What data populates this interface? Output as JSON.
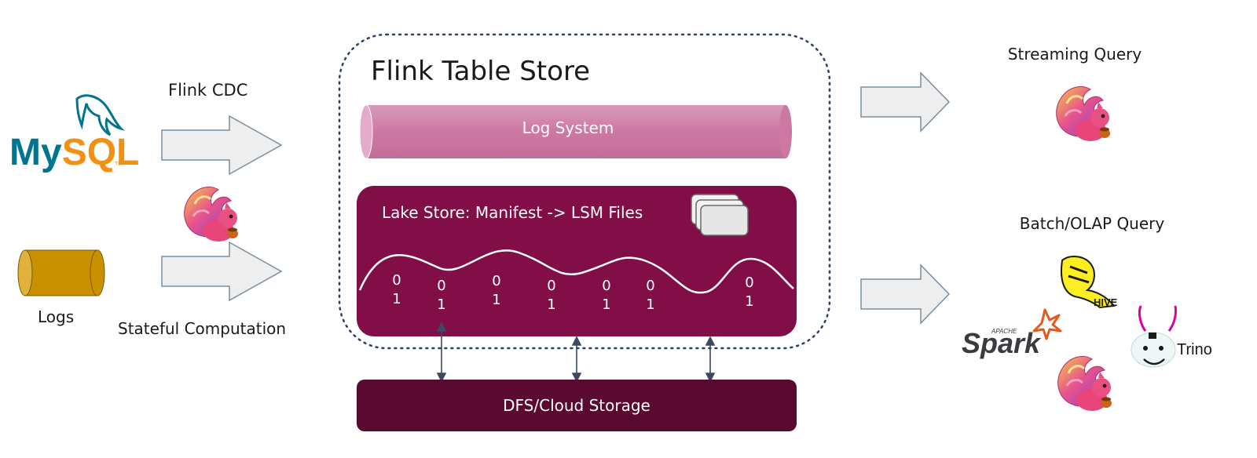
{
  "sources": {
    "mysql_logo_text": "MySQL",
    "mysql_tm": "TM",
    "cdc_label": "Flink CDC",
    "logs_label": "Logs",
    "stateful_label": "Stateful Computation"
  },
  "store": {
    "title": "Flink Table Store",
    "log_system": "Log System",
    "lake_store": "Lake Store: Manifest -> LSM Files",
    "bits": [
      {
        "top": "0",
        "bottom": "1"
      },
      {
        "top": "0",
        "bottom": "1"
      },
      {
        "top": "0",
        "bottom": "1"
      },
      {
        "top": "0",
        "bottom": "1"
      },
      {
        "top": "0",
        "bottom": "1"
      },
      {
        "top": "0",
        "bottom": "1"
      },
      {
        "top": "0",
        "bottom": "1"
      }
    ],
    "dfs": "DFS/Cloud Storage"
  },
  "sinks": {
    "streaming_query": "Streaming Query",
    "batch_query": "Batch/OLAP Query",
    "spark_apache": "APACHE",
    "spark": "Spark",
    "hive": "HIVE",
    "trino": "Trino"
  },
  "colors": {
    "log_system": "#cd77a3",
    "lake_store": "#820e47",
    "dfs": "#5a0a30",
    "arrow_fill": "#eeeeee",
    "arrow_stroke": "#7a8ea0",
    "logs_cylinder": "#c99100",
    "mysql_blue": "#00758f",
    "mysql_orange": "#f29111"
  }
}
